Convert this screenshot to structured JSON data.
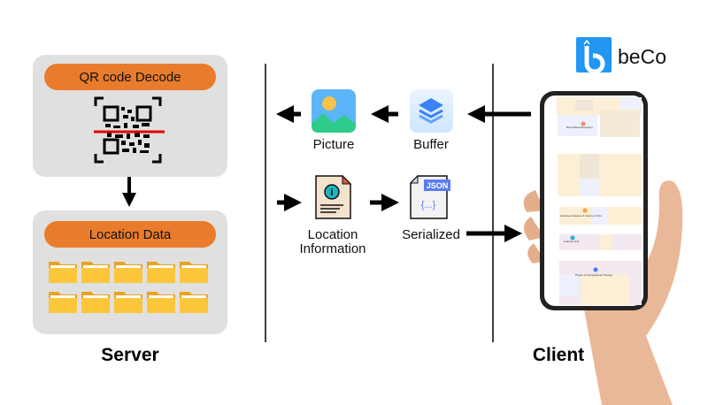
{
  "server": {
    "title": "Server",
    "qr_label": "QR code Decode",
    "location_label": "Location Data"
  },
  "middle": {
    "picture_label": "Picture",
    "buffer_label": "Buffer",
    "location_info_line1": "Location",
    "location_info_line2": "Information",
    "serialized_label": "Serialized",
    "json_badge": "JSON",
    "json_braces": "{...}"
  },
  "client": {
    "title": "Client",
    "map_labels": [
      "Blood Bank Reception",
      "Infectious Disease & Vaccine Clinic",
      "Fracture Unit",
      "Physio & Occupational Therapy"
    ]
  },
  "logo": {
    "text": "beCo"
  },
  "colors": {
    "accent": "#E97C2C",
    "panel": "#E0E0E0",
    "logo_blue": "#2196F3",
    "scan_line": "#E00000"
  }
}
